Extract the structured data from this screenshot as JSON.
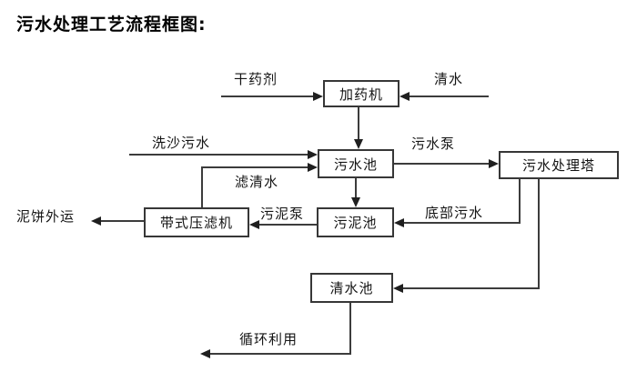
{
  "title": "污水处理工艺流程框图:",
  "diagram": {
    "nodes": {
      "dosing_machine": "加药机",
      "sewage_pool": "污水池",
      "treatment_tower": "污水处理塔",
      "belt_filter_press": "带式压滤机",
      "sludge_pool": "污泥池",
      "clear_water_pool": "清水池"
    },
    "flow_labels": {
      "dry_agent": "干药剂",
      "clear_water": "清水",
      "sand_washing_sewage": "洗沙污水",
      "sewage_pump": "污水泵",
      "filtered_water": "滤清水",
      "sludge_pump": "污泥泵",
      "mud_cake_out": "泥饼外运",
      "bottom_sewage": "底部污水",
      "recycling": "循环利用"
    },
    "edges": [
      {
        "from": "干药剂",
        "to": "加药机"
      },
      {
        "from": "清水",
        "to": "加药机"
      },
      {
        "from": "加药机",
        "to": "污水池"
      },
      {
        "from": "洗沙污水",
        "to": "污水池"
      },
      {
        "from": "带式压滤机",
        "to": "污水池",
        "label": "滤清水"
      },
      {
        "from": "污水池",
        "to": "污水处理塔",
        "label": "污水泵"
      },
      {
        "from": "污水池",
        "to": "污泥池"
      },
      {
        "from": "污水处理塔",
        "to": "污泥池",
        "label": "底部污水"
      },
      {
        "from": "污泥池",
        "to": "带式压滤机",
        "label": "污泥泵"
      },
      {
        "from": "带式压滤机",
        "to": "泥饼外运"
      },
      {
        "from": "污水处理塔",
        "to": "清水池"
      },
      {
        "from": "清水池",
        "to": "循环利用"
      }
    ],
    "colors": {
      "background": "#ffffff",
      "line": "#3c3c3c",
      "box_border": "#373737",
      "text": "#141414"
    }
  }
}
